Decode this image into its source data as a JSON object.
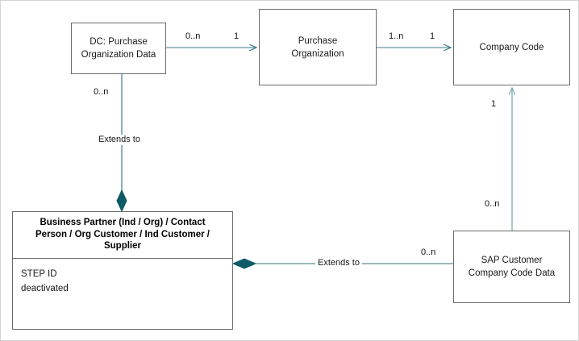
{
  "diagram": {
    "title": "SAP Business Partner / Purchase Organization entity relationship diagram",
    "accent_line_color": "#3d7d8c",
    "diamond_color": "#0e5a66",
    "box_border_color": "#6b6b6b",
    "frame_color": "#d4d4d4",
    "text_color": "#1a1a1a"
  },
  "entities": {
    "dc_purchase_org_data": {
      "label": "DC: Purchase\nOrganization Data"
    },
    "purchase_organization": {
      "label": "Purchase\nOrganization"
    },
    "company_code": {
      "label": "Company Code"
    },
    "sap_customer_company_code_data": {
      "label": "SAP Customer\nCompany Code Data"
    },
    "business_partner": {
      "header": "Business Partner (Ind / Org) / Contact\nPerson / Org Customer / Ind Customer /\nSupplier",
      "attributes": [
        "STEP ID",
        "deactivated"
      ]
    }
  },
  "edges": {
    "dc_to_purchase_org": {
      "source_multiplicity": "0..n",
      "target_multiplicity": "1"
    },
    "purchase_org_to_company_code": {
      "source_multiplicity": "1..n",
      "target_multiplicity": "1"
    },
    "dc_to_business_partner": {
      "source_multiplicity": "0..n",
      "name": "Extends to"
    },
    "bp_to_sap_customer": {
      "name": "Extends to",
      "target_multiplicity": "0..n"
    },
    "sap_customer_to_company_code": {
      "source_multiplicity": "0..n",
      "target_multiplicity": "1"
    }
  }
}
